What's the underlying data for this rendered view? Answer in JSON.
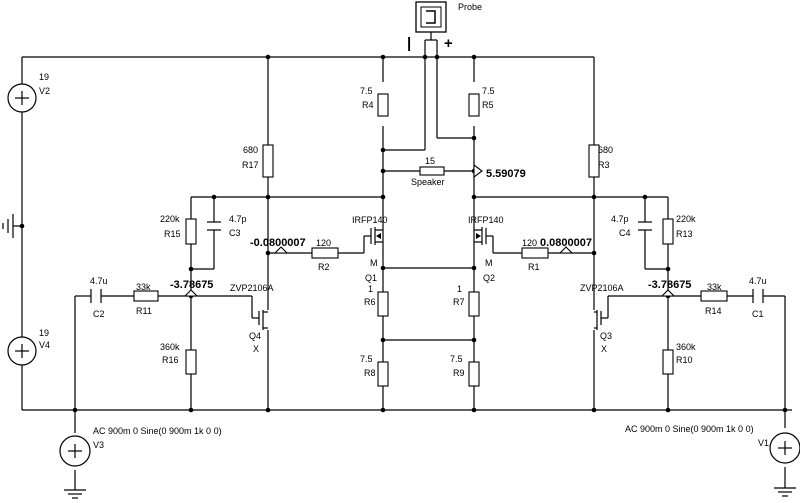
{
  "probe": {
    "label": "Probe",
    "minus": "|",
    "plus": "+"
  },
  "sources": {
    "V2": {
      "name": "V2",
      "value": "19"
    },
    "V4": {
      "name": "V4",
      "value": "19"
    },
    "V3": {
      "name": "V3",
      "value": "AC 900m 0 Sine(0 900m 1k 0 0)"
    },
    "V1": {
      "name": "V1",
      "value": "AC 900m 0 Sine(0 900m 1k 0 0)"
    }
  },
  "resistors": {
    "R1": {
      "name": "R1",
      "value": "120"
    },
    "R2": {
      "name": "R2",
      "value": "120"
    },
    "R3": {
      "name": "R3",
      "value": "680"
    },
    "R4": {
      "name": "R4",
      "value": "7.5"
    },
    "R5": {
      "name": "R5",
      "value": "7.5"
    },
    "R6": {
      "name": "R6",
      "value": "1"
    },
    "R7": {
      "name": "R7",
      "value": "1"
    },
    "R8": {
      "name": "R8",
      "value": "7.5"
    },
    "R9": {
      "name": "R9",
      "value": "7.5"
    },
    "R10": {
      "name": "R10",
      "value": "360k"
    },
    "R11": {
      "name": "R11",
      "value": "33k"
    },
    "R13": {
      "name": "R13",
      "value": "220k"
    },
    "R14": {
      "name": "R14",
      "value": "33k"
    },
    "R15": {
      "name": "R15",
      "value": "220k"
    },
    "R16": {
      "name": "R16",
      "value": "360k"
    },
    "R17": {
      "name": "R17",
      "value": "680"
    }
  },
  "speaker": {
    "name": "Speaker",
    "value": "15"
  },
  "capacitors": {
    "C1": {
      "name": "C1",
      "value": "4.7u"
    },
    "C2": {
      "name": "C2",
      "value": "4.7u"
    },
    "C3": {
      "name": "C3",
      "value": "4.7p"
    },
    "C4": {
      "name": "C4",
      "value": "4.7p"
    }
  },
  "transistors": {
    "Q1": {
      "name": "Q1",
      "model": "IRFP140",
      "tag": "M"
    },
    "Q2": {
      "name": "Q2",
      "model": "IRFP140",
      "tag": "M"
    },
    "Q3": {
      "name": "Q3",
      "model": "ZVP2106A",
      "tag": "X"
    },
    "Q4": {
      "name": "Q4",
      "model": "ZVP2106A",
      "tag": "X"
    }
  },
  "probe_readings": {
    "speaker": "5.59079",
    "q1_gate": "-0.0800007",
    "q2_gate": "0.0800007",
    "left_gate": "-3.78675",
    "right_gate": "-3.78675"
  }
}
